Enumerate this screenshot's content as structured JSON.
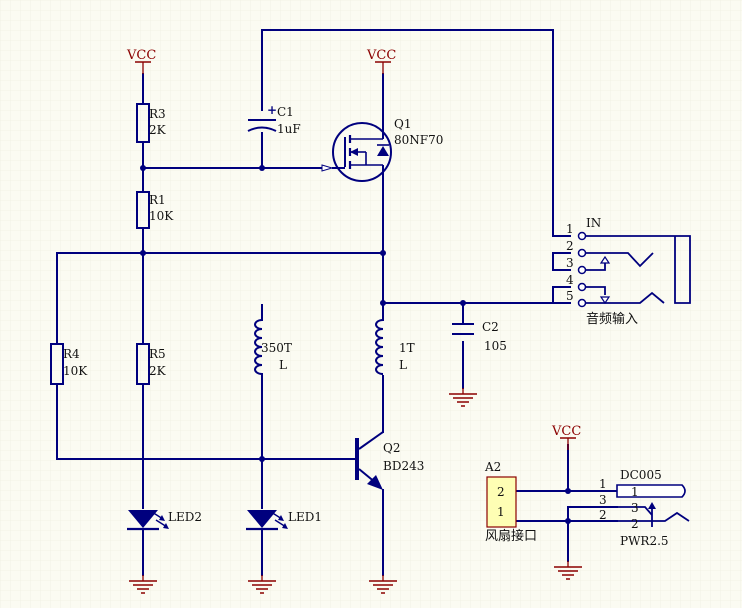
{
  "colors": {
    "background": "#fbfbf2",
    "grid": "#ececdc",
    "wire": "#00007e",
    "power": "#8b0000",
    "text": "#111111",
    "component_fill": "#fefeb4",
    "component_border": "#8b0000"
  },
  "power": {
    "vcc_label": "VCC"
  },
  "components": {
    "r3": {
      "ref": "R3",
      "value": "2K"
    },
    "r1": {
      "ref": "R1",
      "value": "10K"
    },
    "r4": {
      "ref": "R4",
      "value": "10K"
    },
    "r5": {
      "ref": "R5",
      "value": "2K"
    },
    "c1": {
      "ref": "C1",
      "value": "1uF",
      "polarity": "+"
    },
    "c2": {
      "ref": "C2",
      "value": "105"
    },
    "q1": {
      "ref": "Q1",
      "value": "80NF70"
    },
    "q2": {
      "ref": "Q2",
      "value": "BD243"
    },
    "l_350t": {
      "turns": "350T",
      "ref": "L"
    },
    "l_1t": {
      "turns": "1T",
      "ref": "L"
    },
    "led2": {
      "ref": "LED2"
    },
    "led1": {
      "ref": "LED1"
    },
    "audio_jack": {
      "label_in": "IN",
      "pins": [
        "1",
        "2",
        "3",
        "4",
        "5"
      ],
      "name": "音频输入"
    },
    "a2": {
      "ref": "A2",
      "pins": [
        "2",
        "1"
      ],
      "name": "风扇接口"
    },
    "dc005": {
      "ref": "DC005",
      "pin_numbers_left": [
        "1",
        "3",
        "2"
      ],
      "pin_numbers_right": [
        "1",
        "3",
        "2"
      ],
      "name": "PWR2.5"
    }
  }
}
